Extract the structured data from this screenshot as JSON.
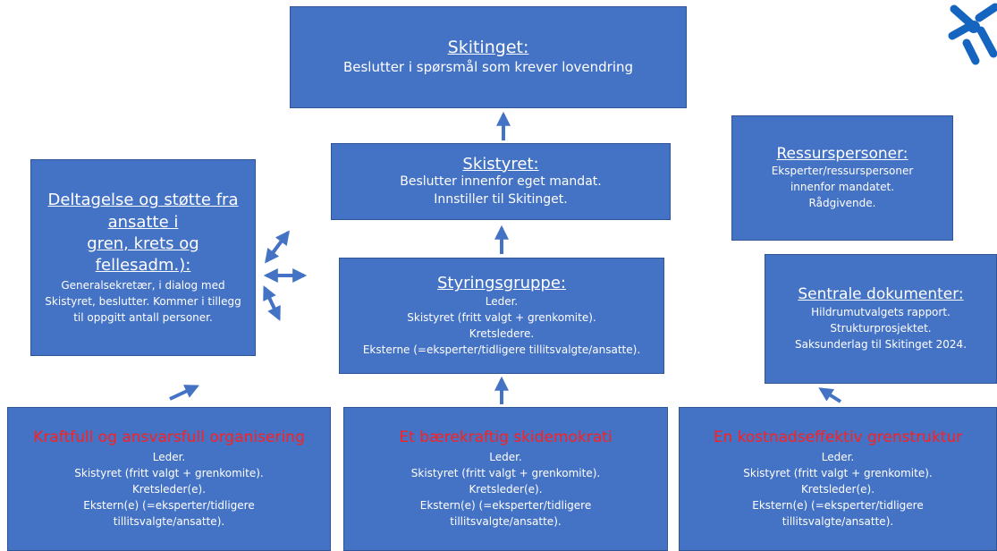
{
  "top_box": {
    "title": "Skitinget:",
    "body": "Beslutter i spørsmål som krever lovendring"
  },
  "skistyret_box": {
    "title": "Skistyret:",
    "body": "Beslutter innenfor eget mandat.\nInnstiller til Skitinget."
  },
  "styringsgruppe_box": {
    "title": "Styringsgruppe:",
    "body": "Leder.\nSkistyret (fritt valgt + grenkomite).\nKretsledere.\nEksterne (=eksperter/tidligere tillitsvalgte/ansatte)."
  },
  "deltagelse_box": {
    "title": "Deltagelse og støtte fra ansatte i\ngren, krets og fellesadm.):",
    "body": "Generalsekretær, i dialog med Skistyret, beslutter. Kommer i tillegg til oppgitt antall personer."
  },
  "ressurs_box": {
    "title": "Ressurspersoner:",
    "body": "Eksperter/ressurspersoner\ninnenfor mandatet.\nRådgivende."
  },
  "sentrale_box": {
    "title": "Sentrale dokumenter:",
    "body": "Hildrumutvalgets rapport.\nStrukturprosjektet.\nSaksunderlag til Skitinget 2024."
  },
  "bottom_boxes": [
    {
      "title": "Kraftfull og ansvarsfull organisering",
      "body": "Leder.\nSkistyret (fritt valgt + grenkomite).\nKretsleder(e).\nEkstern(e) (=eksperter/tidligere\ntillitsvalgte/ansatte)."
    },
    {
      "title": "Et bærekraftig skidemokrati",
      "body": "Leder.\nSkistyret (fritt valgt + grenkomite).\nKretsleder(e).\nEkstern(e) (=eksperter/tidligere\ntillitsvalgte/ansatte)."
    },
    {
      "title": "En kostnadseffektiv grenstruktur",
      "body": "Leder.\nSkistyret (fritt valgt + grenkomite).\nKretsleder(e).\nEkstern(e) (=eksperter/tidligere\ntillitsvalgte/ansatte)."
    }
  ],
  "colors": {
    "box_fill": "#4472c4",
    "box_border": "#2f5597",
    "box_text": "#ffffff",
    "workgroup_title": "#ff1f1f",
    "arrow": "#4472c4",
    "logo": "#1565c0"
  }
}
